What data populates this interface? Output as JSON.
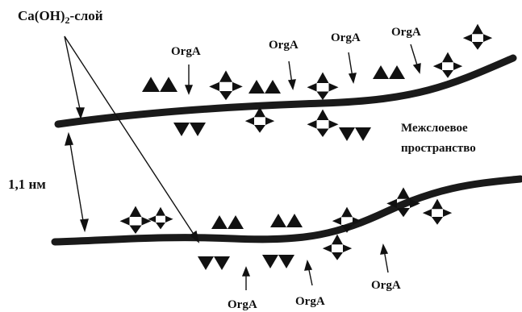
{
  "labels": {
    "layer": "Ca(OH)",
    "layer_sub": "2",
    "layer_suffix": "-слой",
    "orga": "OrgA",
    "interlayer_line1": "Межслоевое",
    "interlayer_line2": "пространство",
    "spacing": "1,1 нм"
  },
  "colors": {
    "ink": "#111111",
    "layer_line": "#1a1a1a",
    "background": "#ffffff"
  }
}
